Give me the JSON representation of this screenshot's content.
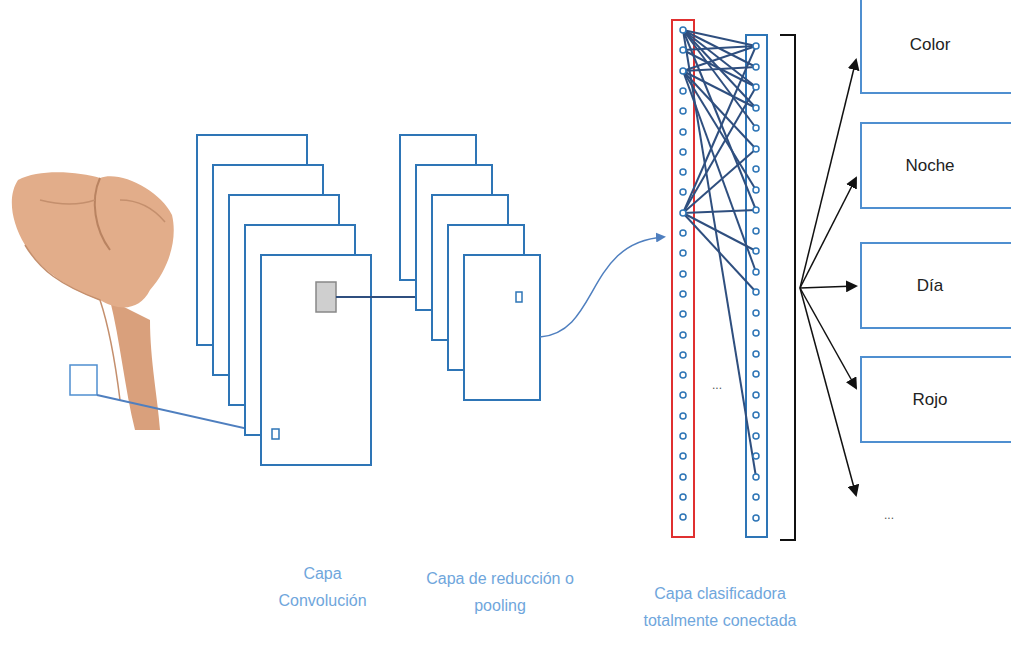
{
  "diagram": {
    "nodes": [
      {
        "text": [
          "Color"
        ]
      },
      {
        "text": [
          "Noche"
        ]
      },
      {
        "text": [
          "Día"
        ]
      },
      {
        "text": [
          "Rojo"
        ]
      }
    ],
    "labels": [
      "...",
      "...",
      "Capa Convolución",
      "Capa de reducción o pooling",
      "Capa clasificadora totalmente conectada"
    ]
  }
}
